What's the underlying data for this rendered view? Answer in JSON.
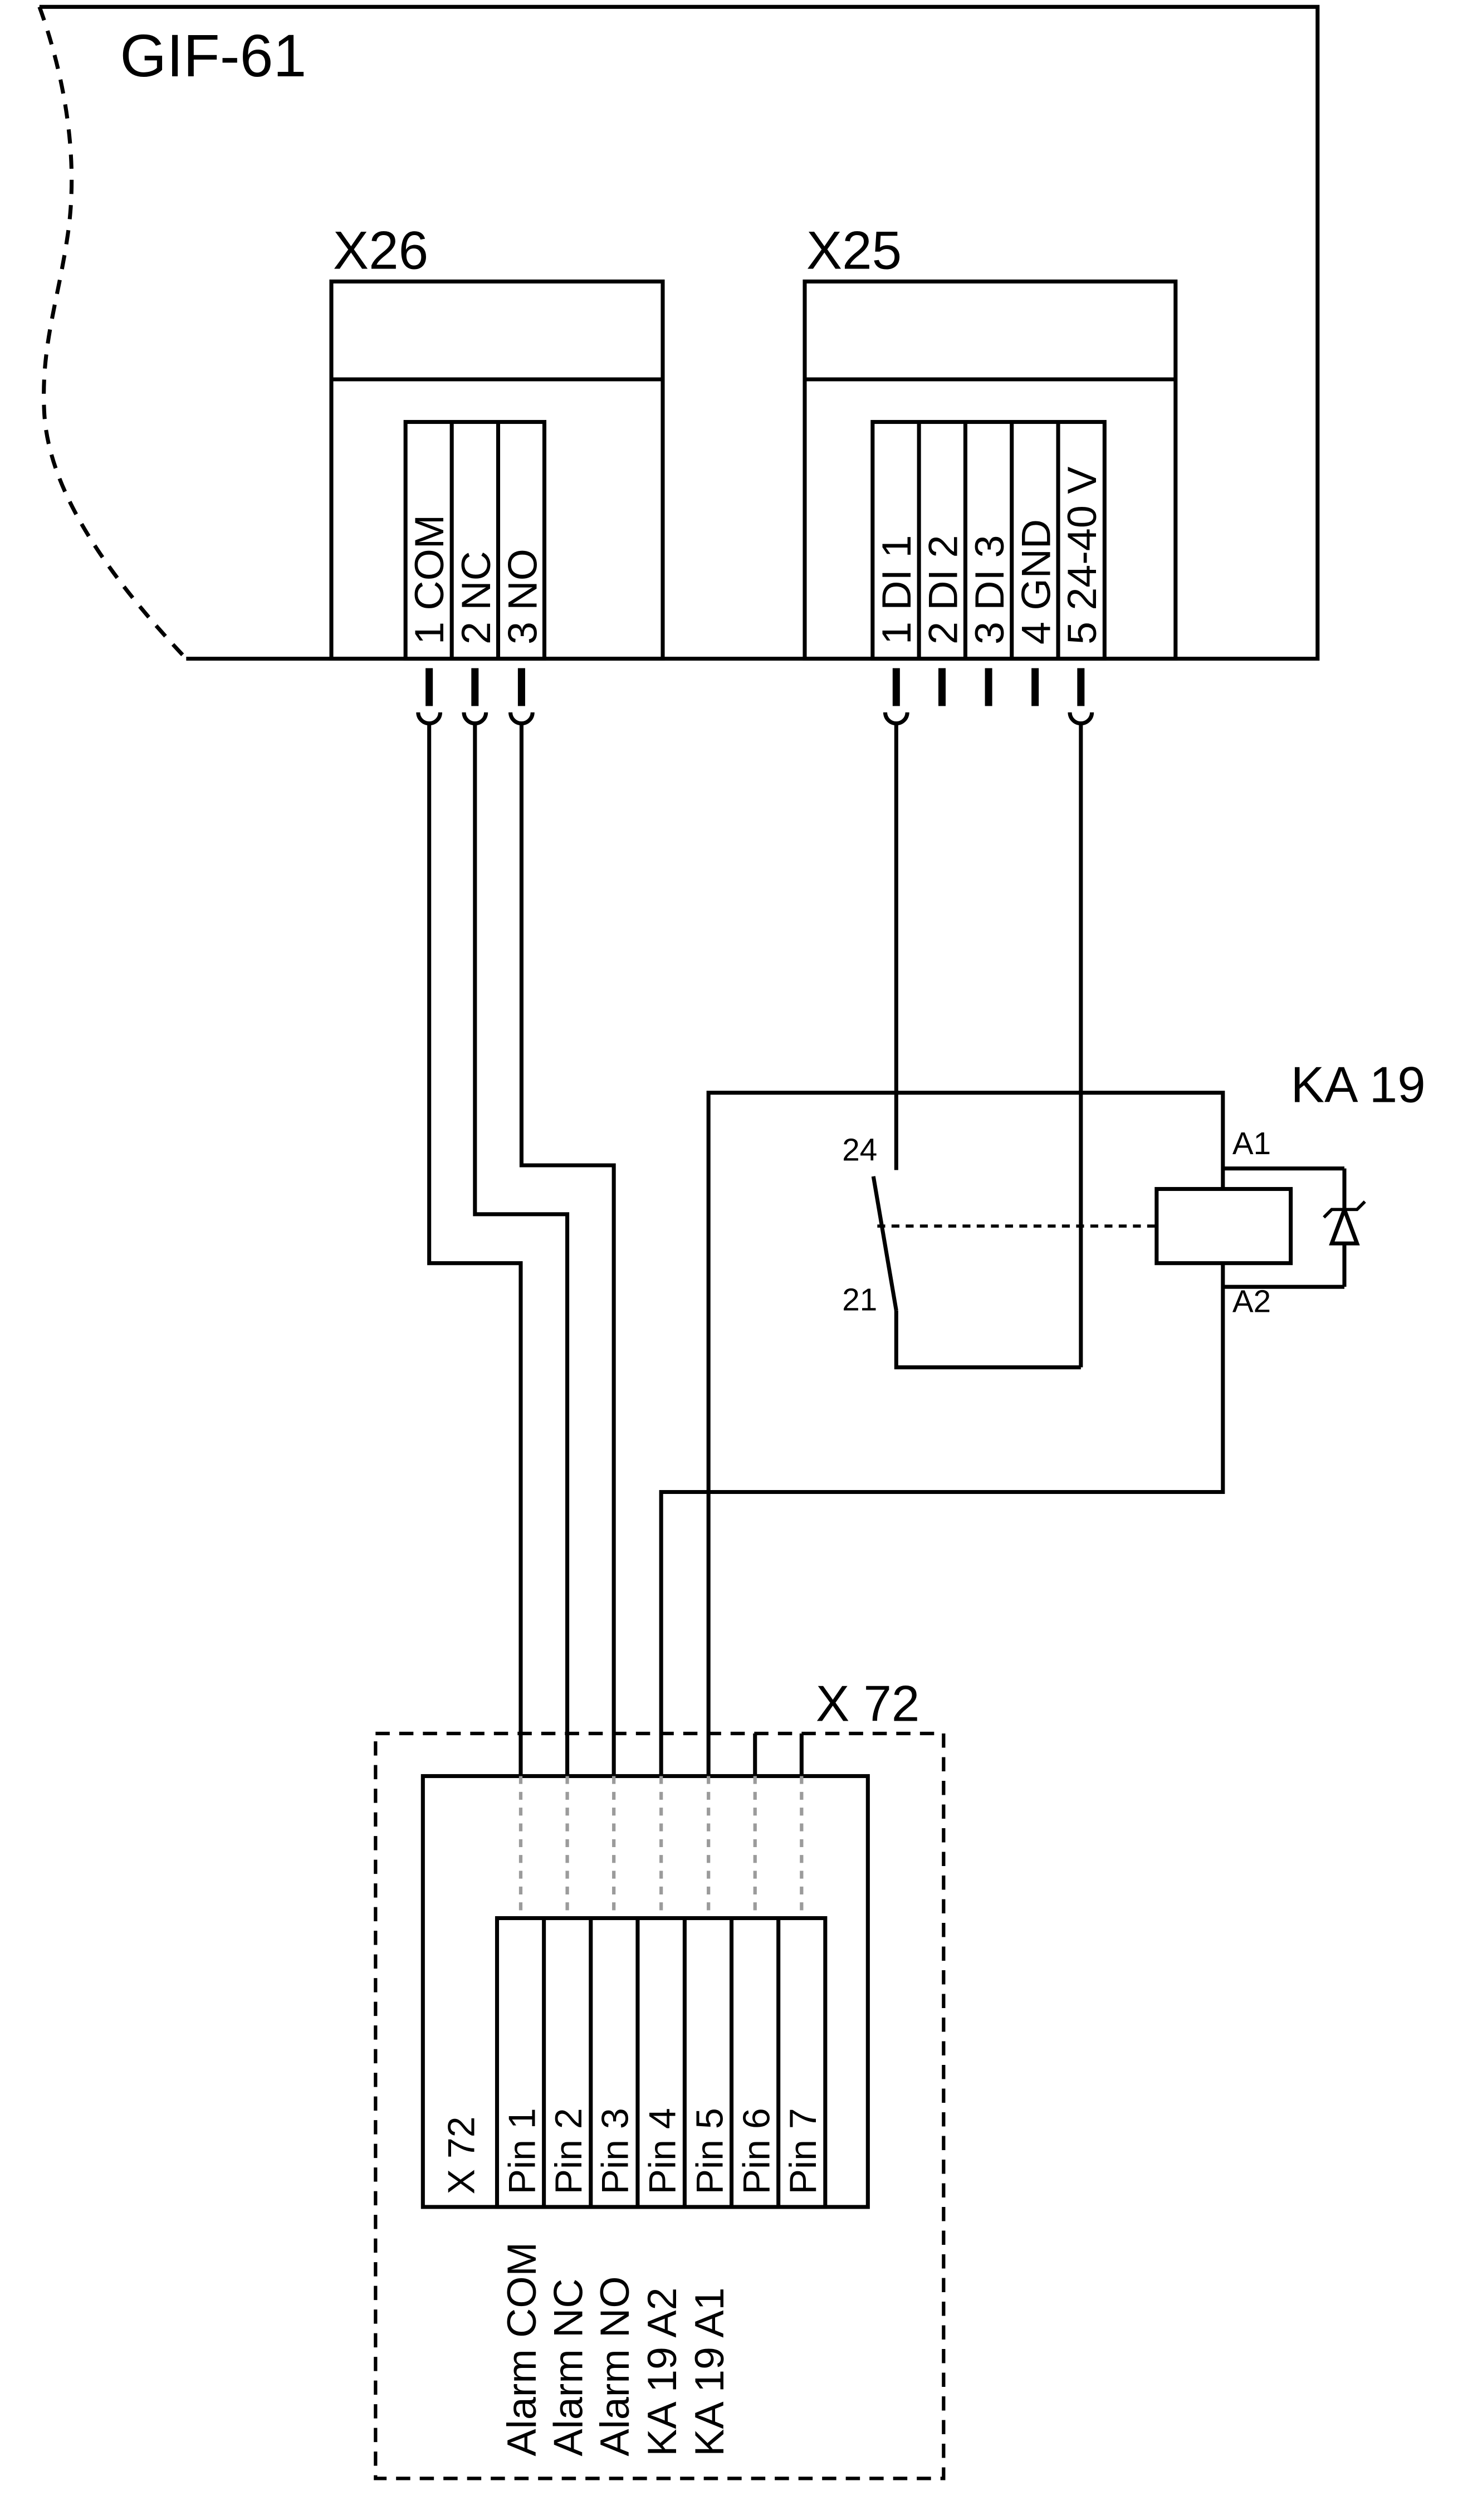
{
  "device": {
    "title": "GIF-61"
  },
  "x26": {
    "label": "X26",
    "terminals": [
      "1 COM",
      "2 NC",
      "3 NO"
    ]
  },
  "x25": {
    "label": "X25",
    "terminals": [
      "1 DI 1",
      "2 DI 2",
      "3 DI 3",
      "4 GND",
      "5 24-40 V"
    ]
  },
  "relay": {
    "label": "KA 19",
    "contact_terminal_top": "24",
    "contact_terminal_bottom": "21",
    "coil_terminal_top": "A1",
    "coil_terminal_bottom": "A2"
  },
  "x72": {
    "title": "X 72",
    "connector_label": "X 72",
    "pins": [
      "Pin 1",
      "Pin 2",
      "Pin 3",
      "Pin 4",
      "Pin 5",
      "Pin 6",
      "Pin 7"
    ],
    "signals": [
      "Alarm COM",
      "Alarm NC",
      "Alarm NO",
      "KA 19 A2",
      "KA 19 A1"
    ]
  },
  "colors": {
    "line": "#000000",
    "ghost_wire": "#9b9b9b",
    "background": "#ffffff"
  }
}
